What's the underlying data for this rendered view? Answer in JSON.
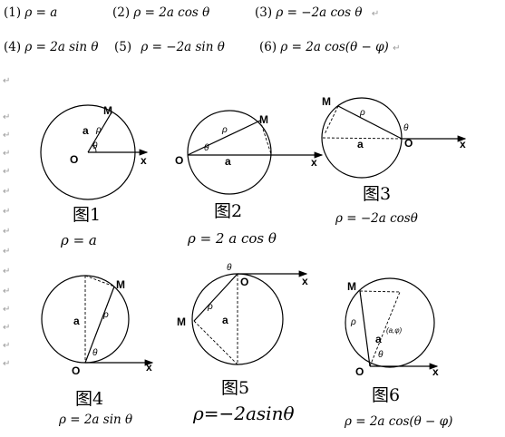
{
  "equations": [
    {
      "num": "(1)",
      "expr": "ρ = a"
    },
    {
      "num": "(2)",
      "expr": "ρ = 2a cos θ"
    },
    {
      "num": "(3)",
      "expr": "ρ = −2a cos θ"
    },
    {
      "num": "(4)",
      "expr": "ρ = 2a sin θ"
    },
    {
      "num": "(5)",
      "expr": "ρ = −2a sin θ"
    },
    {
      "num": "(6)",
      "expr": "ρ = 2a cos(θ − φ)"
    }
  ],
  "return_mark": "↵",
  "figures": [
    {
      "caption": "图1",
      "formula": "ρ = a"
    },
    {
      "caption": "图2",
      "formula": "ρ = 2 a cos θ"
    },
    {
      "caption": "图3",
      "formula": "ρ = −2a cosθ"
    },
    {
      "caption": "图4",
      "formula": "ρ = 2a sin θ"
    },
    {
      "caption": "图5",
      "formula": "ρ=−2asinθ"
    },
    {
      "caption": "图6",
      "formula": "ρ = 2a cos(θ − φ)"
    }
  ],
  "labels": {
    "origin": "O",
    "axis": "x",
    "point": "M",
    "radius": "a",
    "rho": "ρ",
    "theta": "θ",
    "center_coord": "(a,φ)"
  }
}
